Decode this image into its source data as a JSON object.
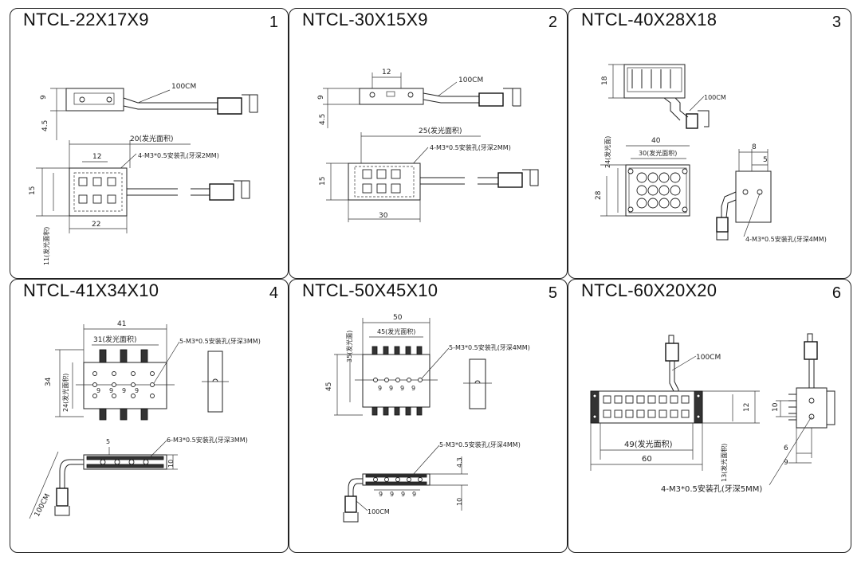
{
  "panels": [
    {
      "title": "NTCL-22X17X9",
      "number": "1",
      "labels": {
        "cable": "100CM",
        "d9": "9",
        "d45": "4.5",
        "area": "20(发光面积)",
        "d12": "12",
        "hole": "4-M3*0.5安装孔(牙深2MM)",
        "d15": "15",
        "d22": "22",
        "area11": "11(发光面积)"
      }
    },
    {
      "title": "NTCL-30X15X9",
      "number": "2",
      "labels": {
        "cable": "100CM",
        "d12": "12",
        "d9": "9",
        "d45": "4.5",
        "area": "25(发光面积)",
        "hole": "4-M3*0.5安装孔(牙深2MM)",
        "d15": "15",
        "d30": "30"
      }
    },
    {
      "title": "NTCL-40X28X18",
      "number": "3",
      "labels": {
        "d18": "18",
        "cable": "100CM",
        "d40": "40",
        "area24": "24(发光面)",
        "area30": "30(发光面积)",
        "d28": "28",
        "d8": "8",
        "d5": "5",
        "hole": "4-M3*0.5安装孔(牙深4MM)"
      }
    },
    {
      "title": "NTCL-41X34X10",
      "number": "4",
      "labels": {
        "d41": "41",
        "area31": "31(发光面积)",
        "hole5": "5-M3*0.5安装孔(牙深3MM)",
        "d34": "34",
        "area24": "24(发光面积)",
        "p9": "9",
        "d5": "5",
        "hole6": "6-M3*0.5安装孔(牙深3MM)",
        "d10": "10",
        "cable": "100CM"
      }
    },
    {
      "title": "NTCL-50X45X10",
      "number": "5",
      "labels": {
        "d50": "50",
        "area45": "45(发光面积)",
        "area35": "35(发光面)",
        "hole5": "5-M3*0.5安装孔(牙深4MM)",
        "d45": "45",
        "p9": "9",
        "hole5b": "5-M3*0.5安装孔(牙深4MM)",
        "d43": "4.3",
        "d10": "10",
        "cable": "100CM"
      }
    },
    {
      "title": "NTCL-60X20X20",
      "number": "6",
      "labels": {
        "cable": "100CM",
        "d12": "12",
        "d10": "10",
        "area49": "49(发光面积)",
        "area13": "13(发光面积)",
        "d60": "60",
        "d6": "6",
        "d9": "9",
        "hole": "4-M3*0.5安装孔(牙深5MM)"
      }
    }
  ]
}
